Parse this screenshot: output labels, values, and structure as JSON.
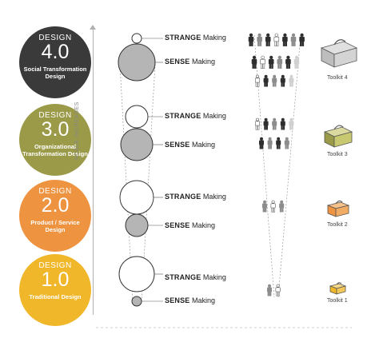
{
  "axis": {
    "label": "SCALE INCREASES"
  },
  "levels": [
    {
      "id": "4",
      "label": "DESIGN",
      "version": "4.0",
      "description": "Social Transformation Design",
      "color": "#3a3a3a",
      "toolkit": "Toolkit 4"
    },
    {
      "id": "3",
      "label": "DESIGN",
      "version": "3.0",
      "description": "Organizational Transformation Design",
      "color": "#9a9a48",
      "toolkit": "Toolkit 3"
    },
    {
      "id": "2",
      "label": "DESIGN",
      "version": "2.0",
      "description": "Product / Service Design",
      "color": "#ee9340",
      "toolkit": "Toolkit 2"
    },
    {
      "id": "1",
      "label": "DESIGN",
      "version": "1.0",
      "description": "Traditional Design",
      "color": "#f1b72b",
      "toolkit": "Toolkit 1"
    }
  ],
  "stages": {
    "strange": {
      "bold": "STRANGE",
      "suffix": " Making"
    },
    "sense": {
      "bold": "SENSE",
      "suffix": " Making"
    }
  },
  "colors": {
    "dark": "#2e2e2e",
    "mid": "#8c8c8c",
    "light": "#d0d0d0",
    "sense_fill": "#b5b5b5"
  },
  "icons": {
    "person": "person-icon",
    "toolbox": "toolbox-icon"
  }
}
